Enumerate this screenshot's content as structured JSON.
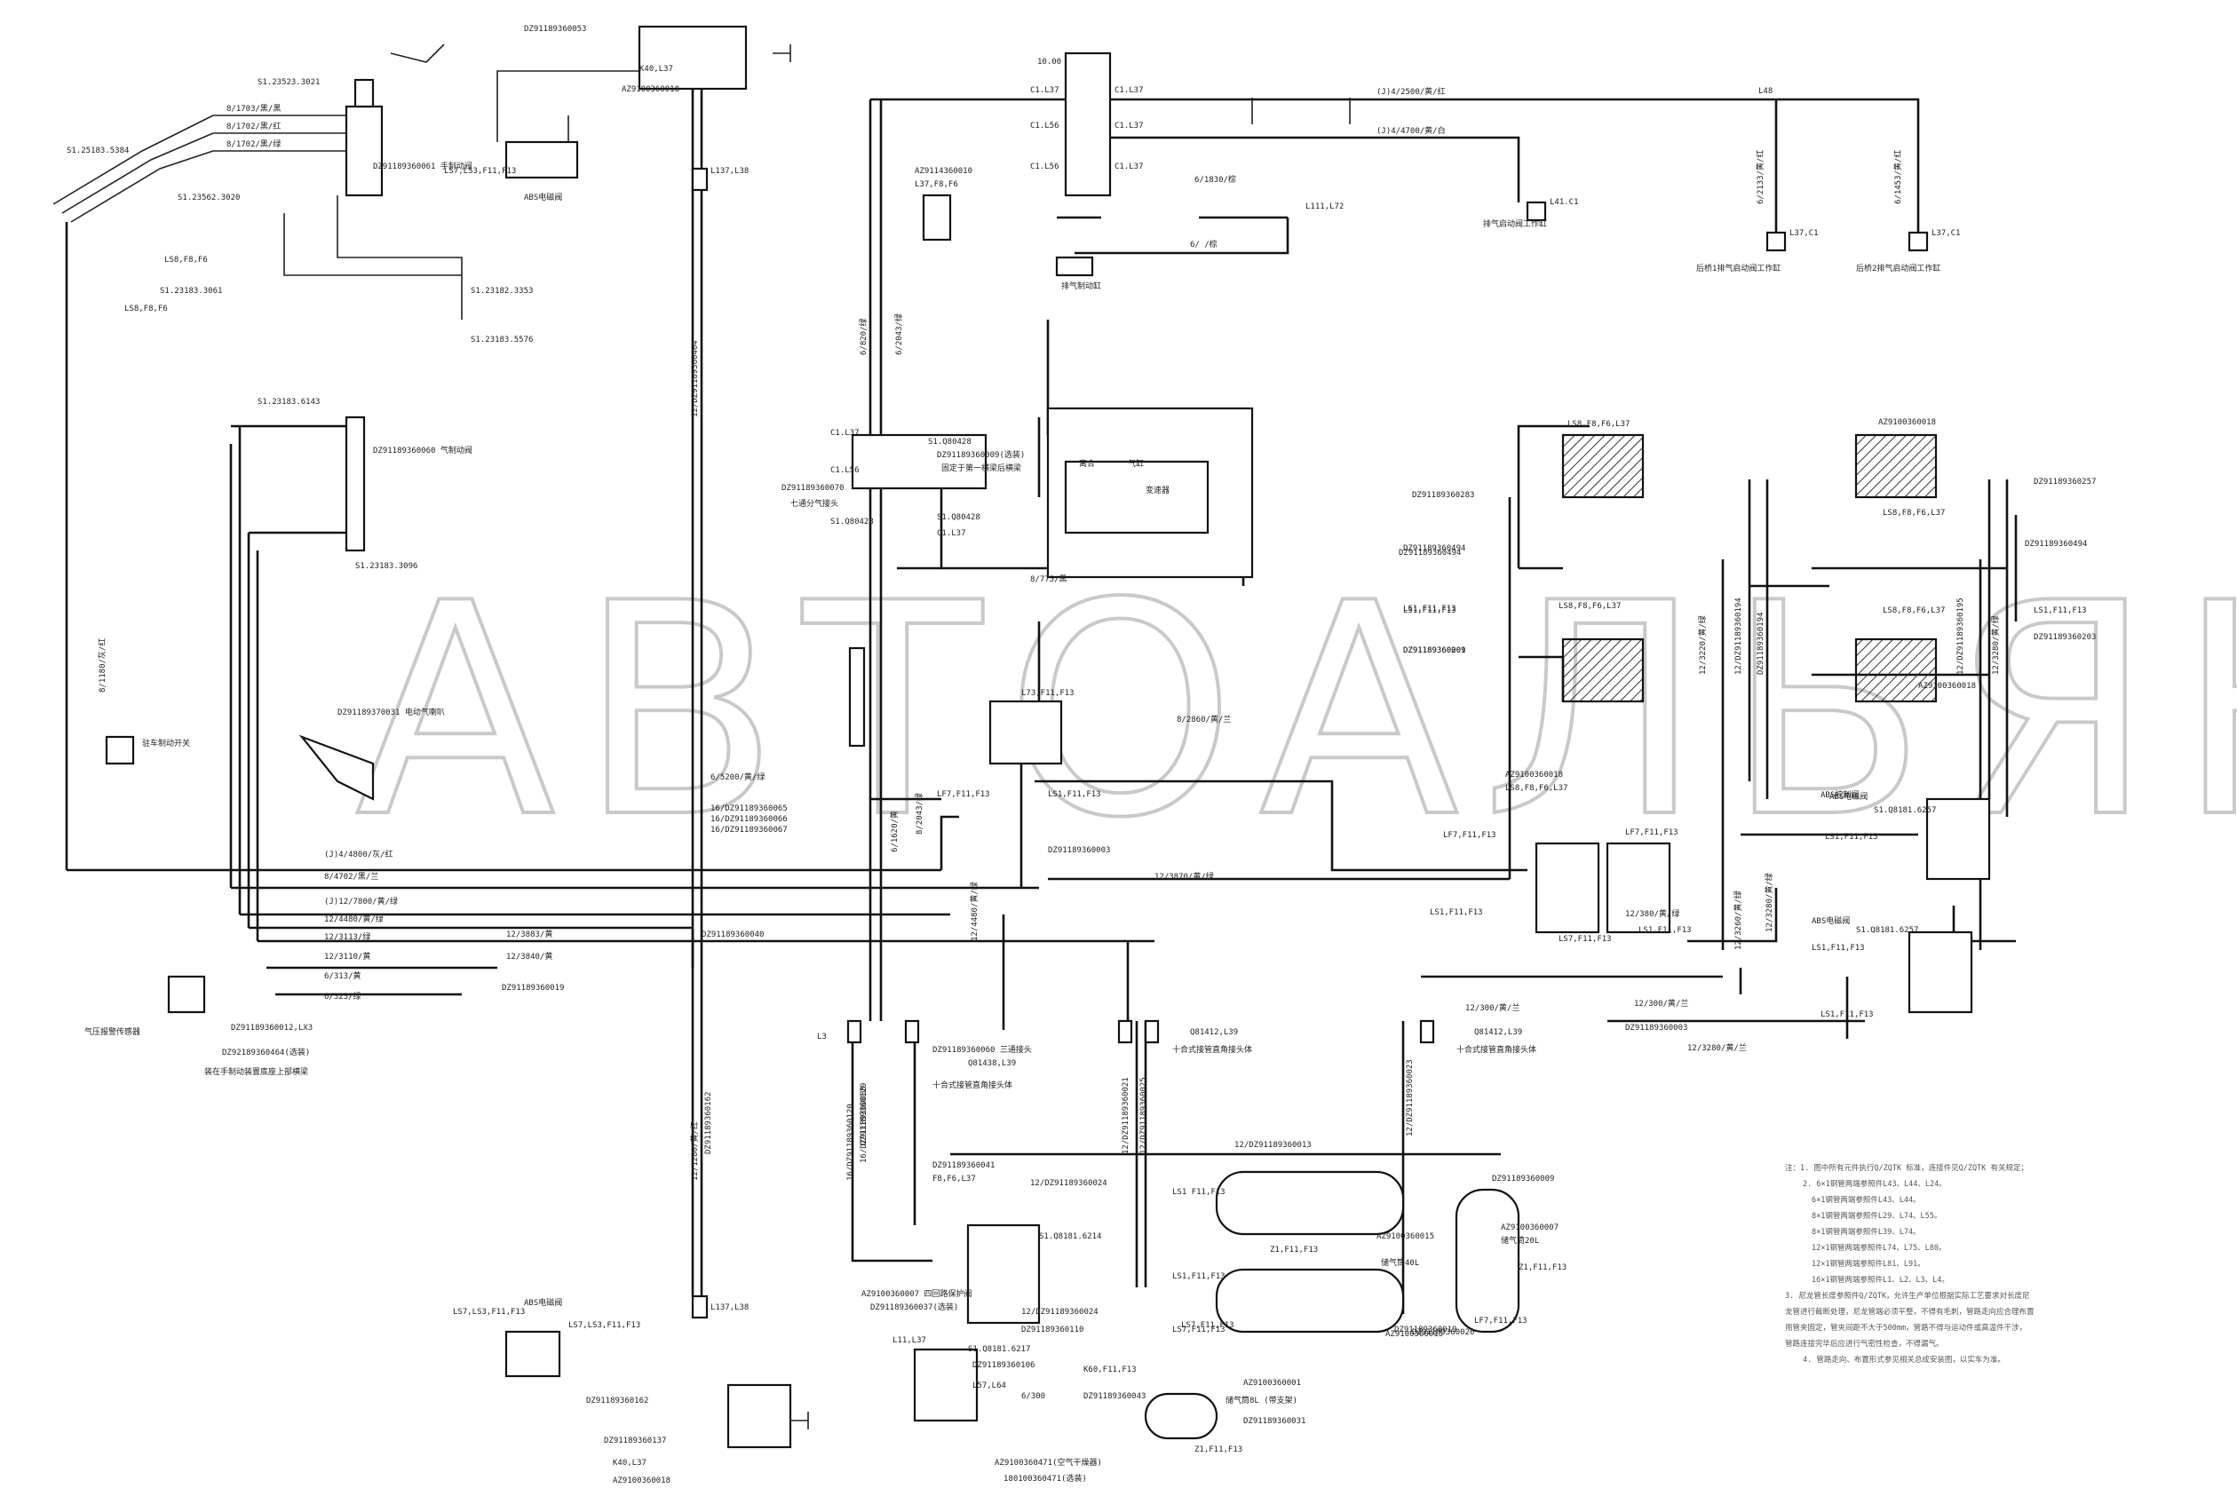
{
  "watermark": "АВТОАЛЬЯНС",
  "note_top_center": "10.00",
  "labels": {
    "l1": "S1.23523.3021",
    "l2": "DZ91189360053",
    "l3": "LS7,LS3,F11,F13",
    "l4": "ABS电磁阀",
    "l5": "DZ91189360061 手制动阀",
    "l6": "8/1703/黑/黑",
    "l7": "8/1702/黑/红",
    "l8": "8/1702/黑/绿",
    "l9": "S1.25183.5384",
    "l10": "S1.23562.3020",
    "l11": "LS8,F8,F6",
    "l12": "LS8,F8,F6",
    "l13": "S1.23183.3061",
    "l14": "S1.23182.3353",
    "l15": "S1.23183.5576",
    "l16": "S1.23183.6143",
    "l17": "DZ91189360060 气制动阀",
    "l18": "S1.23183.3096",
    "l19": "8/1180/灰/红",
    "l20": "驻车制动开关",
    "l21": "DZ91189370031 电动气喇叭",
    "l22": "(J)4/4800/灰/红",
    "l23": "8/4702/黑/兰",
    "l24": "(J)12/7800/黄/绿",
    "l25": "12/4480/黄/绿",
    "l26": "12/3113/绿",
    "l27": "12/3110/黄",
    "l28": "6/313/黄",
    "l29": "6/323/绿",
    "l30": "气压报警传感器",
    "l31": "装在手制动装置底座上部横梁",
    "l32": "DZ91189360040",
    "l33": "12/3883/黄",
    "l34": "12/3840/黄",
    "l35": "DZ91189360019",
    "l36": "DZ91189360012,LX3",
    "l37": "DZ92189360464(选装)",
    "l38": "L3",
    "l39": "DZ91189360129",
    "l40": "L137,L38",
    "l41": "L137,L38",
    "l42": "DZ91189360162",
    "l43": "AZ9100360018",
    "l44": "K40,L37",
    "l45": "LS7,LS3,F11,F13",
    "l46": "LS7,LS3,F11,F13",
    "l47": "ABS电磁阀",
    "l48": "DZ91189360162",
    "l49": "DZ91189360137",
    "l50": "K40,L37",
    "l51": "AZ9100360018",
    "l52": "C1.L37",
    "l53": "C1.L56",
    "l54": "C1.L56",
    "l55": "C1.L37",
    "l56": "C1.L37",
    "l57": "C1.L37",
    "l58": "(J)4/2500/黄/红",
    "l59": "(J)4/4700/黄/白",
    "l60": "6/1830/棕",
    "l61": "L111,L72",
    "l62": "6/    /棕",
    "l63": "排气制动缸",
    "l64": "L41.C1",
    "l65": "排气启动阀工作缸",
    "l66": "L48",
    "l67": "6/2133/黄/红",
    "l68": "6/1453/黄/红",
    "l69": "L37,C1",
    "l70": "L37,C1",
    "l71": "后桥1排气启动阀工作缸",
    "l72": "后桥2排气启动阀工作缸",
    "l73": "AZ9114360010",
    "l74": "L37,F8,F6",
    "l75": "6/820/绿",
    "l76": "6/2043/绿",
    "l77": "C1.L37",
    "l78": "C1.L56",
    "l79": "S1.Q80428",
    "l80": "DZ91189360009(选装)",
    "l81": "固定于第一横梁后横梁",
    "l82": "DZ91189360070",
    "l83": "七通分气接头",
    "l84": "S1.Q80428",
    "l85": "C1.L37",
    "l86": "S1.Q80428",
    "l87": "离合",
    "l88": "气缸",
    "l89": "变速器",
    "l90": "8/775/黑",
    "l91": "L73,F11,F13",
    "l92": "8/2860/黄/兰",
    "l93": "LF7,F11,F13",
    "l94": "LS1,F11,F13",
    "l95": "12/4480/黄/绿",
    "l96": "DZ91189360003",
    "l97": "12/3870/黄/绿",
    "l98": "6/5200/黄/绿",
    "l99": "16/DZ91189360065",
    "l100": "16/DZ91189360066",
    "l101": "16/DZ91189360067",
    "l102": "6/1620/黄",
    "l103": "DZ91189360060 三通接头",
    "l104": "Q81438,L39",
    "l105": "十合式接管直角接头体",
    "l106": "Q81412,L39",
    "l107": "十合式接管直角接头体",
    "l108": "Q81412,L39",
    "l109": "十合式接管直角接头体",
    "l110": "LS8,F8,F6,L37",
    "l111": "DZ91189360283",
    "l112": "DZ91189360494",
    "l113": "LS1,F11,F13",
    "l114": "LS8,F8,F6,L37",
    "l115": "DZ91189360201",
    "l116": "AZ9100360018",
    "l117": "LS8,F8,F6,L37",
    "l118": "DZ91189360257",
    "l119": "DZ91189360494",
    "l120": "LS1,F11,F13",
    "l121": "LS8,F8,F6,L37",
    "l122": "DZ91189360203",
    "l123": "AZ9100360018",
    "l124": "AZ9100360018",
    "l125": "LS8,F8,F6,L37",
    "l126": "LF7,F11,F13",
    "l127": "LF7,F11,F13",
    "l128": "LS1,F11,F13",
    "l129": "LS7,F11,F13",
    "l130": "LS1,F11,F13",
    "l131": "ABS电磁阀",
    "l132": "S1.Q8181.6257",
    "l133": "LS1,F11,F13",
    "l134": "ABS电磁阀",
    "l135": "S1.Q8181.6257",
    "l136": "LS1,F11,F13",
    "l137": "LS1,F11,F13",
    "l138": "12/3260/黄/绿",
    "l139": "12/3280/黄/绿",
    "l140": "12/300/黄/兰",
    "l141": "12/380/黄/绿",
    "l142": "12/300/黄/兰",
    "l143": "12/3280/黄/兰",
    "l144": "DZ91189360003",
    "l145": "12/DZ91189360013",
    "l146": "DZ91189360041",
    "l147": "F8,F6,L37",
    "l148": "12/DZ91189360024",
    "l149": "S1.Q8181.6214",
    "l150": "AZ9100360007 四回路保护阀",
    "l151": "DZ91189360037(选装)",
    "l152": "12/DZ91189360024",
    "l153": "DZ91189360110",
    "l154": "L11,L37",
    "l155": "S1.Q8181.6217",
    "l156": "DZ91189360106",
    "l157": "L57,L64",
    "l158": "6/300",
    "l159": "AZ9100360471(空气干燥器)",
    "l160": "180100360471(选装)",
    "l161": "LS1 F11,F13",
    "l162": "Z1,F11,F13",
    "l163": "AZ9100360015",
    "l164": "储气筒40L",
    "l165": "LS7,F11,F13",
    "l166": "DZ91189360019",
    "l167": "LS1,F11,F13",
    "l168": "AZ9100360015",
    "l169": "DZ91189360009",
    "l170": "AZ9100360007",
    "l171": "储气筒20L",
    "l172": "Z1,F11,F13",
    "l173": "LF7,F11,F13",
    "l174": "DZ91189360020",
    "l175": "储气筒8L (带支架)",
    "l176": "AZ9100360001",
    "l177": "Z1,F11,F13",
    "l178": "DZ91189360031",
    "l179": "K60,F11,F13",
    "l180": "DZ91189360043",
    "l181": "12/DZ91189360021",
    "l182": "12/DZ91189360025",
    "l183": "12/DZ91189360023",
    "l184": "16/DZ91189360008",
    "l185": "12/DZ91189360194",
    "l186": "12/DZ91189360195",
    "l187": "12/3220/黄/绿",
    "l188": "DZ91189360194",
    "l189": "12/3280/黄/绿",
    "l190": "12/DZ91189360404",
    "l191": "12/1280/黄/红",
    "l192": "16/DZ91189360120",
    "l193": "8/2043/绿",
    "l194": "DZ91189360494",
    "l195": "LS1,F11,F13",
    "l196": "DZ91189360009",
    "l197": "ABS控制阀",
    "l198": "LS7,F11,F13"
  },
  "notes": [
    "注：1. 图中所有元件执行Q/ZQTK 标准，连接件见Q/ZQTK 有关规定；",
    "2. 6×1钢管两端参照件L43、L44、L24。",
    "6×1钢管两端参照件L43、L44。",
    "8×1钢管两端参照件L29、L74、L55。",
    "8×1钢管两端参照件L39、L74。",
    "12×1钢管两端参照件L74、L75、L80。",
    "12×1钢管两端参照件L81、L91。",
    "16×1钢管两端参照件L1、L2、L3、L4。",
    "3. 尼龙管长度参照件Q/ZQTK，允许生产单位根据实际工艺要求对长度尼",
    "龙管进行截断处理，尼龙管端必须平整，不得有毛刺，管路走向应合理布置",
    "用管夹固定，管夹间距不大于500mm，管路不得与运动件或高温件干涉，",
    "管路连接完毕后应进行气密性检查，不得漏气。",
    "4. 管路走向、布置形式参见相关总成安装图，以实车为准。"
  ]
}
